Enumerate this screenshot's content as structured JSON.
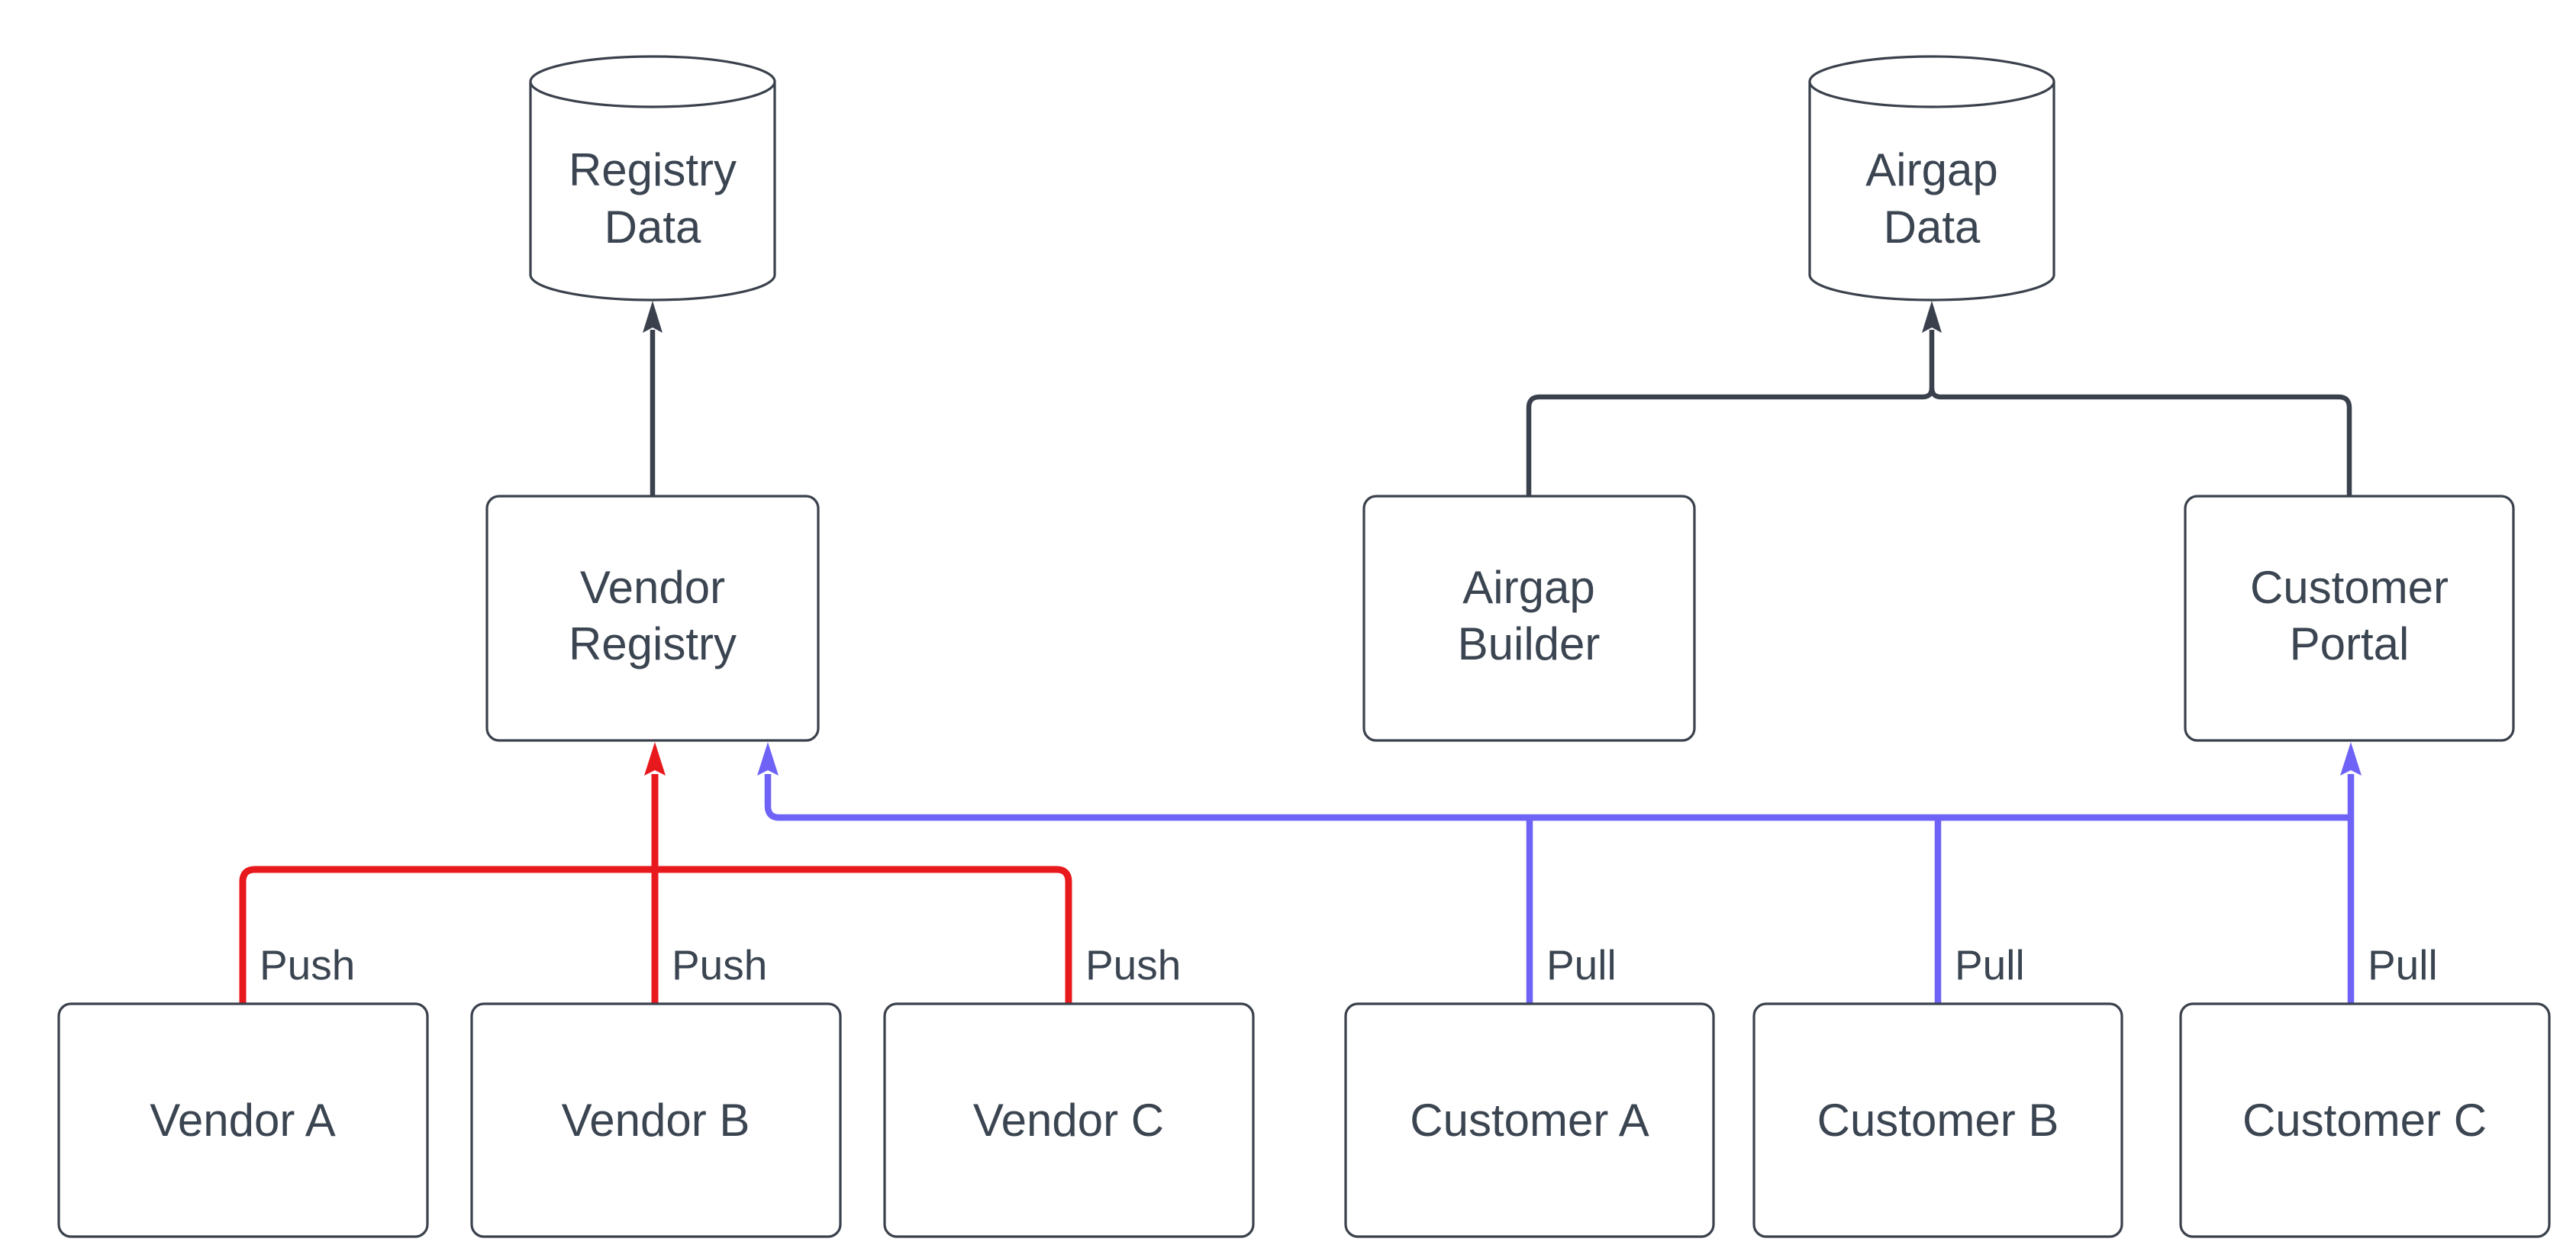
{
  "colors": {
    "background": "#ffffff",
    "stroke_dark": "#3a414c",
    "text": "#3b4551",
    "push_red": "#e8191d",
    "pull_blue": "#6e63f6"
  },
  "nodes": {
    "registry_data": {
      "lines": [
        "Registry",
        "Data"
      ]
    },
    "airgap_data": {
      "lines": [
        "Airgap",
        "Data"
      ]
    },
    "vendor_registry": {
      "lines": [
        "Vendor",
        "Registry"
      ]
    },
    "airgap_builder": {
      "lines": [
        "Airgap",
        "Builder"
      ]
    },
    "customer_portal": {
      "lines": [
        "Customer",
        "Portal"
      ]
    },
    "vendor_a": {
      "label": "Vendor A"
    },
    "vendor_b": {
      "label": "Vendor B"
    },
    "vendor_c": {
      "label": "Vendor C"
    },
    "customer_a": {
      "label": "Customer A"
    },
    "customer_b": {
      "label": "Customer B"
    },
    "customer_c": {
      "label": "Customer C"
    }
  },
  "edge_labels": {
    "push_a": "Push",
    "push_b": "Push",
    "push_c": "Push",
    "pull_a": "Pull",
    "pull_b": "Pull",
    "pull_c": "Pull"
  }
}
